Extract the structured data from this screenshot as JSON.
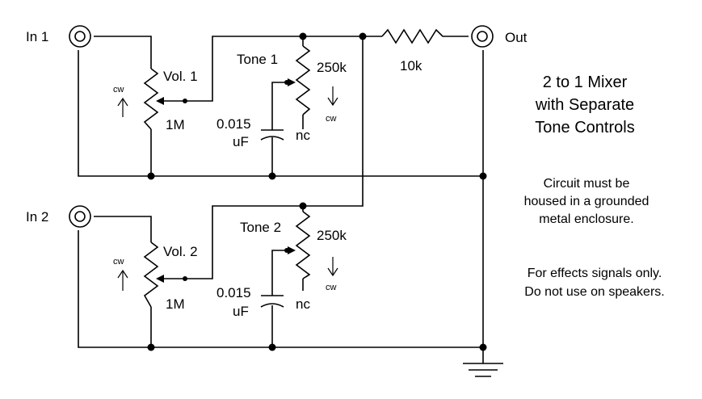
{
  "inputs": {
    "in1": "In 1",
    "in2": "In 2"
  },
  "output": {
    "label": "Out"
  },
  "resistor_out": "10k",
  "channel1": {
    "vol_label": "Vol. 1",
    "vol_value": "1M",
    "vol_rotation": "cw",
    "tone_label": "Tone 1",
    "tone_value": "250k",
    "tone_rotation": "cw",
    "cap_value": "0.015",
    "cap_unit": "uF",
    "nc": "nc"
  },
  "channel2": {
    "vol_label": "Vol. 2",
    "vol_value": "1M",
    "vol_rotation": "cw",
    "tone_label": "Tone 2",
    "tone_value": "250k",
    "tone_rotation": "cw",
    "cap_value": "0.015",
    "cap_unit": "uF",
    "nc": "nc"
  },
  "title": {
    "line1": "2 to 1 Mixer",
    "line2": "with Separate",
    "line3": "Tone Controls"
  },
  "notes": {
    "enclosure_line1": "Circuit must be",
    "enclosure_line2": "housed in a grounded",
    "enclosure_line3": "metal enclosure.",
    "effects_line1": "For effects signals only.",
    "effects_line2": "Do not use on speakers."
  }
}
